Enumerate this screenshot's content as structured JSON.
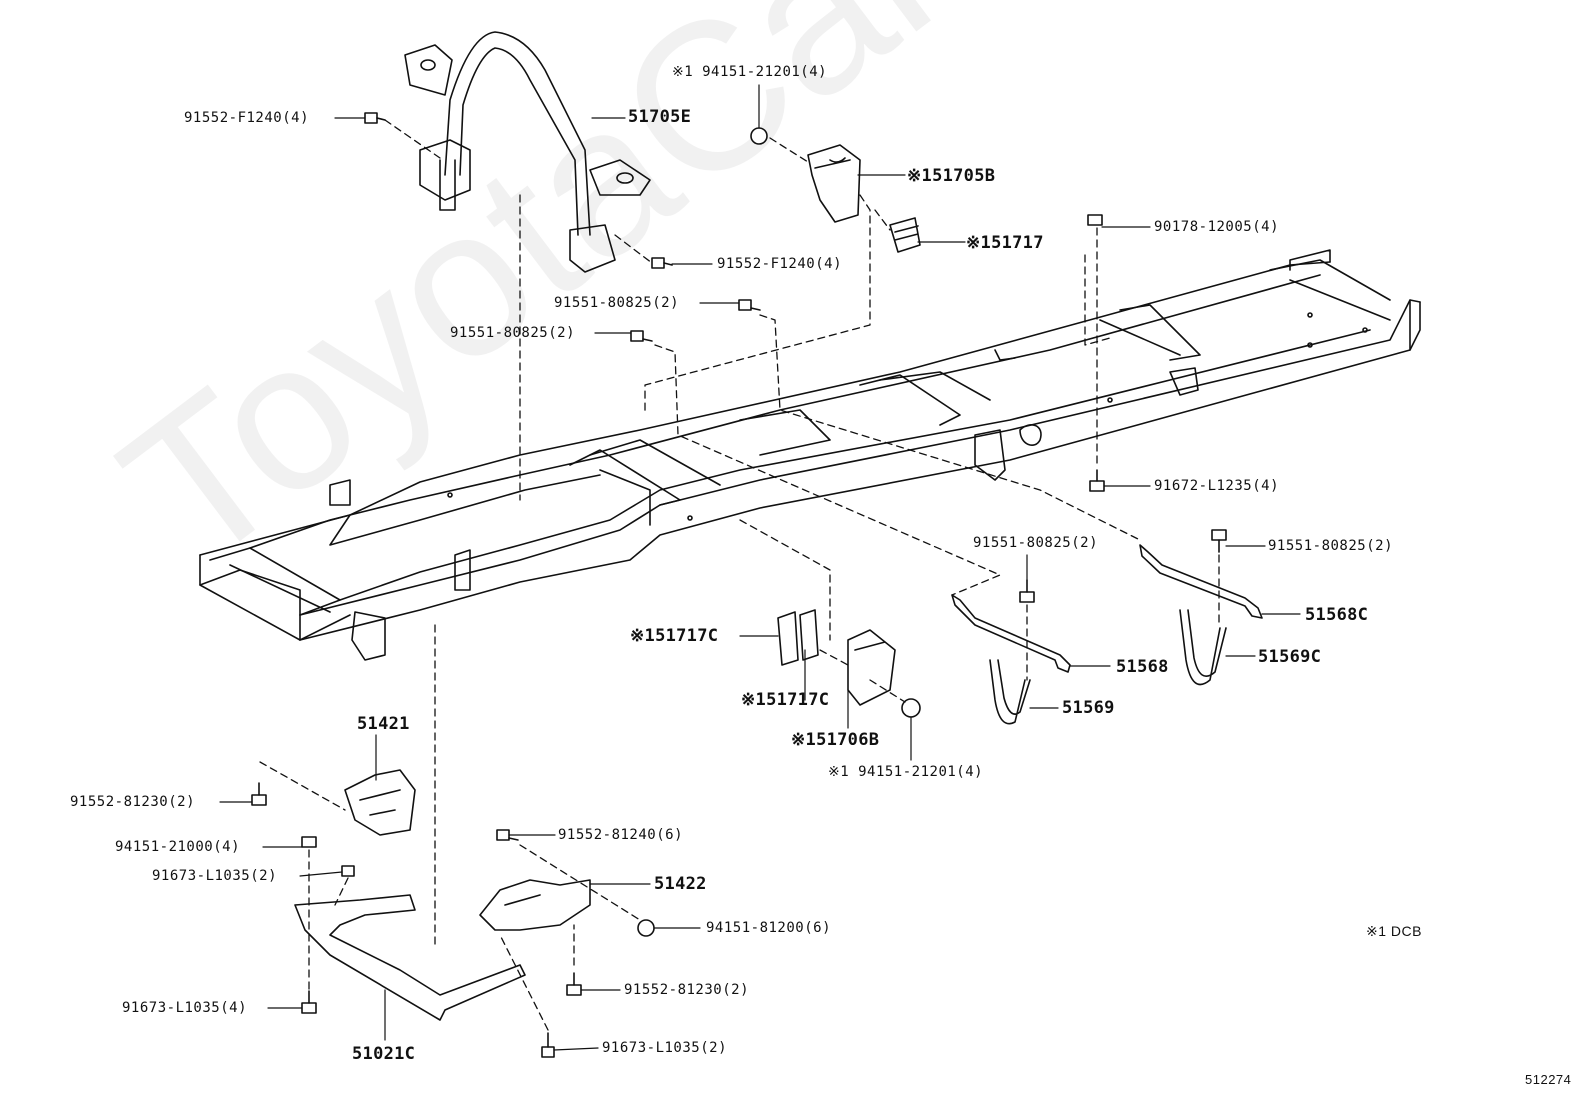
{
  "watermark": "ToyotaCamry.ru",
  "note": "※1 DCB",
  "diagram_id": "512274",
  "labels": {
    "p94151_21201_top": "※1 94151-21201(4)",
    "p91552_F1240_a": "91552-F1240(4)",
    "p51705E": "51705E",
    "p51705B": "※151705B",
    "p51717": "※151717",
    "p91552_F1240_b": "91552-F1240(4)",
    "p90178_12005": "90178-12005(4)",
    "p91551_80825_a": "91551-80825(2)",
    "p91551_80825_b": "91551-80825(2)",
    "p91672_L1235": "91672-L1235(4)",
    "p91551_80825_c": "91551-80825(2)",
    "p91551_80825_d": "91551-80825(2)",
    "p51568C": "51568C",
    "p51717C_a": "※151717C",
    "p51568": "51568",
    "p51569C": "51569C",
    "p51717C_b": "※151717C",
    "p51569": "51569",
    "p51706B": "※151706B",
    "p94151_21201_b": "※1 94151-21201(4)",
    "p51421": "51421",
    "p91552_81230_a": "91552-81230(2)",
    "p91552_81240": "91552-81240(6)",
    "p94151_21000": "94151-21000(4)",
    "p51422": "51422",
    "p91673_L1035_a": "91673-L1035(2)",
    "p94151_81200": "94151-81200(6)",
    "p91552_81230_b": "91552-81230(2)",
    "p91673_L1035_b": "91673-L1035(4)",
    "p91673_L1035_c": "91673-L1035(2)",
    "p51021C": "51021C"
  }
}
